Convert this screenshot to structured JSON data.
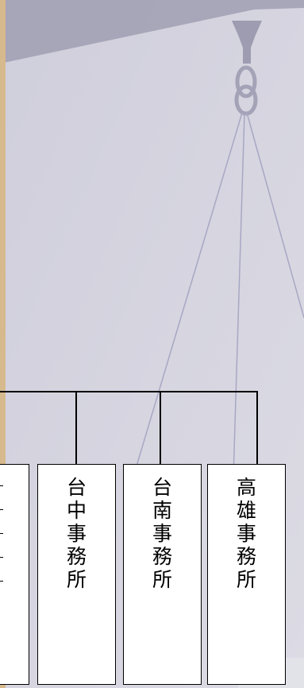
{
  "offices": [
    {
      "label": ""
    },
    {
      "label": "台\n中\n事\n務\n所"
    },
    {
      "label": "台\n南\n事\n務\n所"
    },
    {
      "label": "高\n雄\n事\n務\n所"
    }
  ],
  "colors": {
    "background": "#d6d5df",
    "scale": "#9c9bb0",
    "side_strip": "#d7b98e",
    "lines": "#000000",
    "box_fill": "#ffffff"
  },
  "decoration": "balance-scale"
}
